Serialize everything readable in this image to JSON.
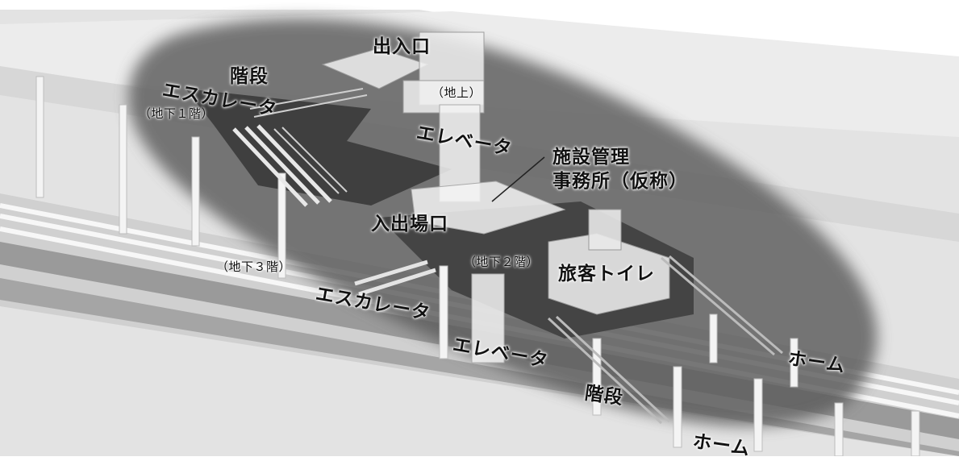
{
  "colors": {
    "background": "#ffffff",
    "tunnel": "#dcdcdc",
    "concourse_shadow": "#5a5a5a",
    "floor_dark": "#4a4a4a",
    "structure": "#f2f2f2"
  },
  "labels": {
    "entrance": "出入口",
    "ground_level": "（地上）",
    "stairs_upper": "階段",
    "escalator_upper": "エスカレータ",
    "b1_floor": "（地下１階）",
    "elevator_upper": "エレベータ",
    "facility_office_line1": "施設管理",
    "facility_office_line2": "事務所（仮称）",
    "ticket_gate": "入出場口",
    "b2_floor": "（地下２階）",
    "b3_floor": "（地下３階）",
    "restroom": "旅客トイレ",
    "escalator_lower": "エスカレータ",
    "elevator_lower": "エレベータ",
    "stairs_lower": "階段",
    "platform_right": "ホーム",
    "platform_bottom": "ホーム"
  }
}
